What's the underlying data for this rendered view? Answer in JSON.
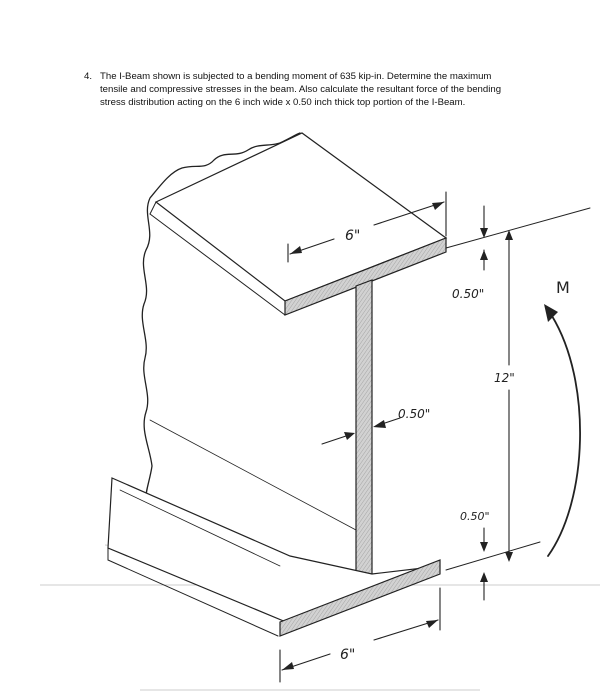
{
  "problem": {
    "number": "4.",
    "lines": [
      "The I-Beam shown is subjected to a bending moment of 635 kip-in.  Determine the maximum",
      "tensile and compressive stresses in the beam.  Also calculate the resultant force of the bending",
      "stress distribution acting on the 6 inch wide x 0.50 inch thick top portion of the I-Beam."
    ]
  },
  "figure": {
    "top_flange_width_label": "6\"",
    "top_flange_thickness_label": "0.50\"",
    "web_thickness_label": "0.50\"",
    "depth_label": "12\"",
    "bottom_flange_thickness_label": "0.50\"",
    "bottom_flange_width_label": "6\"",
    "moment_label": "M",
    "colors": {
      "line": "#222222",
      "flange_fill": "#c8c8c8",
      "faint": "#bbbbbb"
    }
  }
}
